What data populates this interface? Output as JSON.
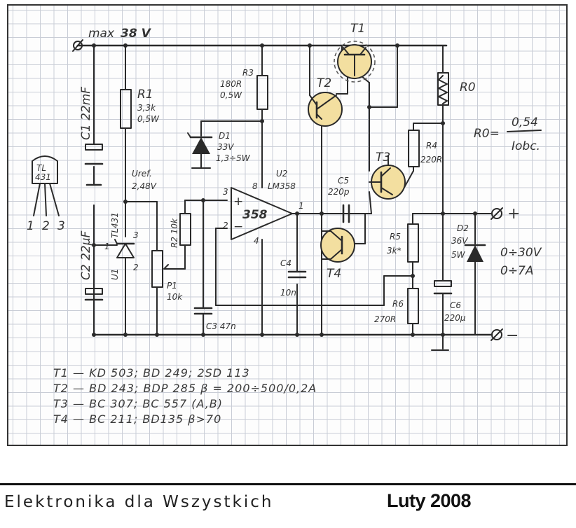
{
  "schematic": {
    "supply_label": "max",
    "supply_value": "38 V",
    "tl431_pinout": {
      "name_top": "TL",
      "name_bottom": "431",
      "pins": [
        "1",
        "2",
        "3"
      ]
    },
    "components": {
      "c1": "C1 22mF",
      "r1": [
        "R1",
        "3,3k",
        "0,5W"
      ],
      "r3": [
        "R3",
        "180R",
        "0,5W"
      ],
      "d1": [
        "D1",
        "33V",
        "1,3÷5W"
      ],
      "t1": "T1",
      "t2": "T2",
      "r0": "R0",
      "r0_formula": {
        "lhs": "R0=",
        "numerator": "0,54",
        "denominator": "Iobc."
      },
      "uref": [
        "Uref.",
        "2,48V"
      ],
      "tl431": "TL431",
      "u1": "U1",
      "c2": "C2 22µF",
      "r2": "R2 10k",
      "p1": [
        "P1",
        "10k"
      ],
      "c3": "C3 47n",
      "u2": [
        "U2",
        "LM358"
      ],
      "opamp": "358",
      "opamp_pins": {
        "plus_in": "3",
        "minus_in": "2",
        "vcc": "8",
        "out": "1",
        "gnd": "4"
      },
      "c4": [
        "C4",
        "10n"
      ],
      "c5": [
        "C5",
        "220p"
      ],
      "t3": "T3",
      "r4": [
        "R4",
        "220R"
      ],
      "t4": "T4",
      "r5": [
        "R5",
        "3k*"
      ],
      "r6": [
        "R6",
        "270R"
      ],
      "d2": [
        "D2",
        "36V",
        "5W"
      ],
      "c6": [
        "C6",
        "220µ"
      ],
      "tl_pins": [
        "3",
        "1",
        "2"
      ]
    },
    "output": {
      "plus": "+",
      "minus": "−",
      "voltage": "0÷30V",
      "current": "0÷7A"
    },
    "parts_list": [
      "T1 — KD 503; BD 249; 2SD 113",
      "T2 — BD 243; BDP 285  β = 200÷500/0,2A",
      "T3 — BC 307; BC 557 (A,B)",
      "T4 — BC 211; BD135  β>70"
    ]
  },
  "footer": {
    "publication": "Elektronika dla Wszystkich",
    "issue": "Luty 2008"
  },
  "colors": {
    "transistor_fill": "#f3dfa0",
    "ink": "#2a2a2a",
    "grid": "#c9cdd6"
  }
}
